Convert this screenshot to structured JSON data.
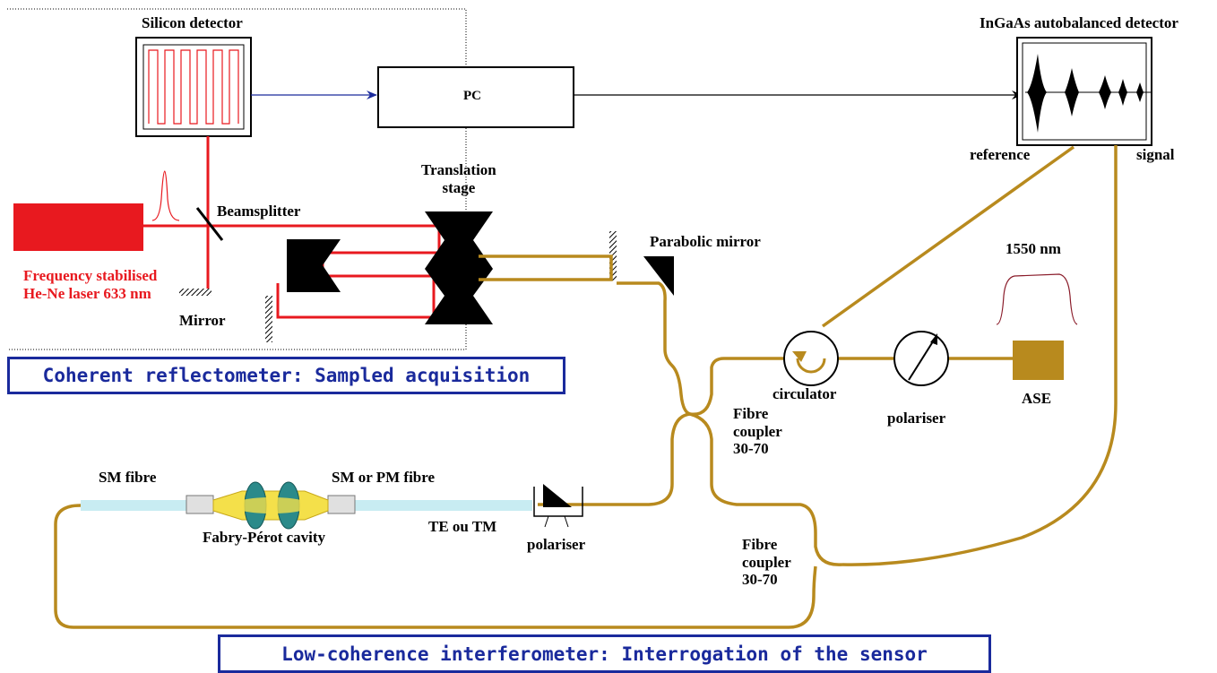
{
  "labels": {
    "silicon_detector": "Silicon detector",
    "pc": "PC",
    "ingaas_detector": "InGaAs autobalanced detector",
    "reference": "reference",
    "signal": "signal",
    "translation_stage": "Translation\nstage",
    "beamsplitter": "Beamsplitter",
    "laser": "Frequency stabilised\nHe-Ne laser 633 nm",
    "mirror": "Mirror",
    "parabolic_mirror": "Parabolic mirror",
    "wavelength": "1550 nm",
    "circulator": "circulator",
    "polariser_ase": "polariser",
    "ase": "ASE",
    "fibre_coupler_upper": "Fibre\ncoupler\n30-70",
    "fibre_coupler_lower": "Fibre\ncoupler\n30-70",
    "sm_fibre": "SM fibre",
    "sm_pm_fibre": "SM or PM fibre",
    "fabry_perot": "Fabry-Pérot cavity",
    "te_tm": "TE ou TM",
    "polariser_sensor": "polariser"
  },
  "banners": {
    "coherent": "Coherent reflectometer: Sampled acquisition",
    "low_coherence": "Low-coherence interferometer: Interrogation of the sensor"
  },
  "colors": {
    "laser_beam": "#e8191f",
    "fibre": "#b88a1e",
    "banner": "#1a2a9c",
    "blue_arrow": "#1a2a9c",
    "fibre_light": "#c8ecf2"
  }
}
